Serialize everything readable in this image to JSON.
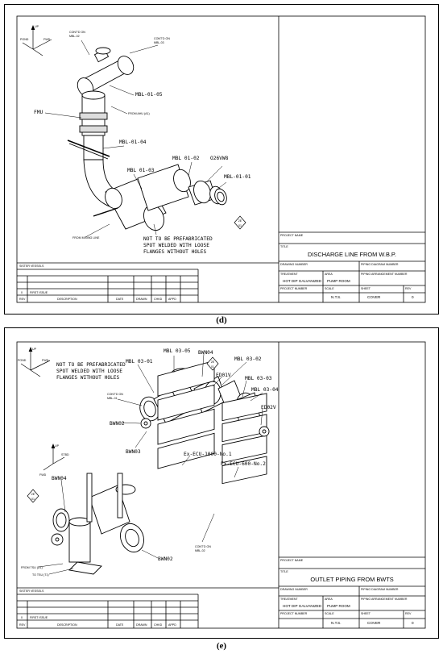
{
  "panel_d": {
    "caption": "(d)",
    "callouts": {
      "conti_02": [
        "CONT'D ON",
        "MBL-02"
      ],
      "conti_03": [
        "CONT'D ON",
        "MBL-03"
      ],
      "mbl_01_05": "MBL-01-05",
      "from_ahu": "FROM AHU (A1)",
      "fmu": "FMU",
      "mbl_01_04": "MBL-01-04",
      "mbl_01_02": "MBL 01-02",
      "o26vw8": "O26VW8",
      "mbl_01_03": "MBL 01-03",
      "mbl_01_01": "MBL-01-01",
      "from_mixing": "FROM MIXING LINE",
      "tag": [
        "2E",
        "01"
      ],
      "note": [
        "NOT TO BE PREFABRICATED",
        "SPOT WELDED WITH LOOSE",
        "FLANGES WITHOUT HOLES"
      ]
    },
    "axes": {
      "up": "UP",
      "pond": "POND",
      "fwd": "FWD"
    },
    "title_block": {
      "project_name_label": "PROJECT NAME",
      "title_label": "TITLE",
      "title": "DISCHARGE LINE FROM W.B.P.",
      "drawing_number_label": "DRAWING NUMBER",
      "piping_diagram_label": "PIPING DIAGRAM NUMBER",
      "piping_arrangement_label": "PIPING ARRANGEMENT NUMBER",
      "treatment_label": "TREATMENT",
      "treatment": "HOT DIP GALVANIZED",
      "area_label": "AREA",
      "area": "PUMP ROOM",
      "project_number_label": "PROJECT NUMBER",
      "scale_label": "SCALE",
      "scale": "N.T.S.",
      "sheet_label": "SHEET",
      "sheet": "COVER",
      "rev_label": "REV",
      "rev": "0"
    },
    "revision_block": {
      "sister_vessels": "SISTER VESSELS",
      "rev_number": "0",
      "first_issue": "FIRST ISSUE",
      "columns": [
        "REV",
        "DESCRIPTION",
        "DATE",
        "DRAWN",
        "CHKD",
        "APPD"
      ]
    }
  },
  "panel_e": {
    "caption": "(e)",
    "callouts": {
      "note": [
        "NOT TO BE PREFABRICATED",
        "SPOT WELDED WITH LOOSE",
        "FLANGES WITHOUT HOLES"
      ],
      "mbl_03_01": "MBL 03-01",
      "mbl_03_05": "MBL 03-05",
      "bwn04_top": "BWN04",
      "mbl_03_02": "MBL 03-02",
      "tag": [
        "2E",
        "01"
      ],
      "ed01v": "ED01V",
      "mbl_03_03": "MBL 03-03",
      "mbl_03_04": "MBL 03-04",
      "ed02v": "ED02V",
      "conti_01": [
        "CONT'D ON",
        "MBL-01"
      ],
      "bwn02_top": "BWN02",
      "bwn03": "BWN03",
      "ecu_1000": "Ex-ECU-1000-No.1",
      "ecu_600": "Ex-ECU-600-No.2",
      "conti_02": [
        "CONT'D ON",
        "MBL-02"
      ],
      "bwn04_bottom": "BWN04",
      "tag_bottom": [
        "2E",
        "01"
      ],
      "bwn02_bottom": "BWN02",
      "from_tsu": "FROM TSU (D1)",
      "to_tsu": "TO TSU (T1)"
    },
    "axes": {
      "up": "UP",
      "pond": "POND",
      "fwd": "FWD",
      "stbd": "STBD"
    },
    "title_block": {
      "project_name_label": "PROJECT NAME",
      "title_label": "TITLE",
      "title": "OUTLET PIPING FROM BWTS",
      "drawing_number_label": "DRAWING NUMBER",
      "piping_diagram_label": "PIPING DIAGRAM NUMBER",
      "piping_arrangement_label": "PIPING ARRANGEMENT NUMBER",
      "treatment_label": "TREATMENT",
      "treatment": "HOT DIP GALVANIZED",
      "area_label": "AREA",
      "area": "PUMP ROOM",
      "project_number_label": "PROJECT NUMBER",
      "scale_label": "SCALE",
      "scale": "N.T.S.",
      "sheet_label": "SHEET",
      "sheet": "COVER",
      "rev_label": "REV",
      "rev": "0"
    },
    "revision_block": {
      "sister_vessels": "SISTER VESSELS",
      "rev_number": "0",
      "first_issue": "FIRST ISSUE",
      "columns": [
        "REV",
        "DESCRIPTION",
        "DATE",
        "DRAWN",
        "CHKD",
        "APPD"
      ]
    }
  }
}
